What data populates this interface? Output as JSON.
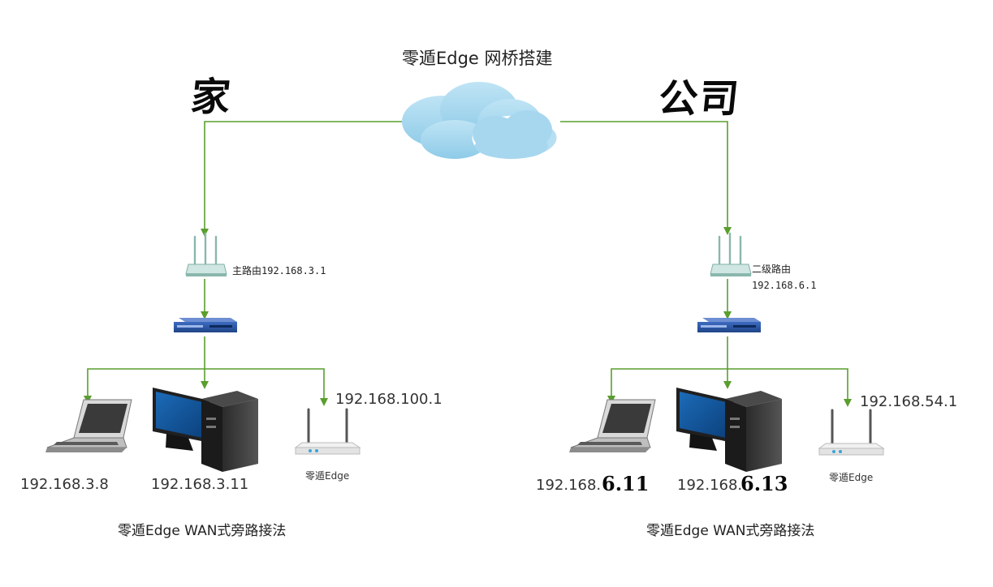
{
  "title": "零遁Edge 网桥搭建",
  "sites": {
    "home": {
      "label": "家",
      "router_label": "主路由192.168.3.1",
      "edge_ip": "192.168.100.1",
      "edge_label": "零遁Edge",
      "laptop_ip": "192.168.3.8",
      "pc_ip": "192.168.3.11",
      "caption": "零遁Edge WAN式旁路接法"
    },
    "office": {
      "label": "公司",
      "router_label_line1": "二级路由",
      "router_label_line2": "192.168.6.1",
      "edge_ip": "192.168.54.1",
      "edge_label": "零遁Edge",
      "laptop_ip": "192.168.",
      "laptop_ip_hand": "6.11",
      "pc_ip": "192.168.",
      "pc_ip_hand": "6.13",
      "caption": "零遁Edge WAN式旁路接法"
    }
  },
  "icons": [
    "cloud-icon",
    "wifi-router-icon",
    "network-switch-icon",
    "laptop-icon",
    "desktop-pc-icon",
    "edge-router-icon"
  ],
  "colors": {
    "link": "#5a9e2e",
    "cloud": "#a9d8ef",
    "switch": "#2a56a5",
    "router": "#cfe6e2"
  }
}
